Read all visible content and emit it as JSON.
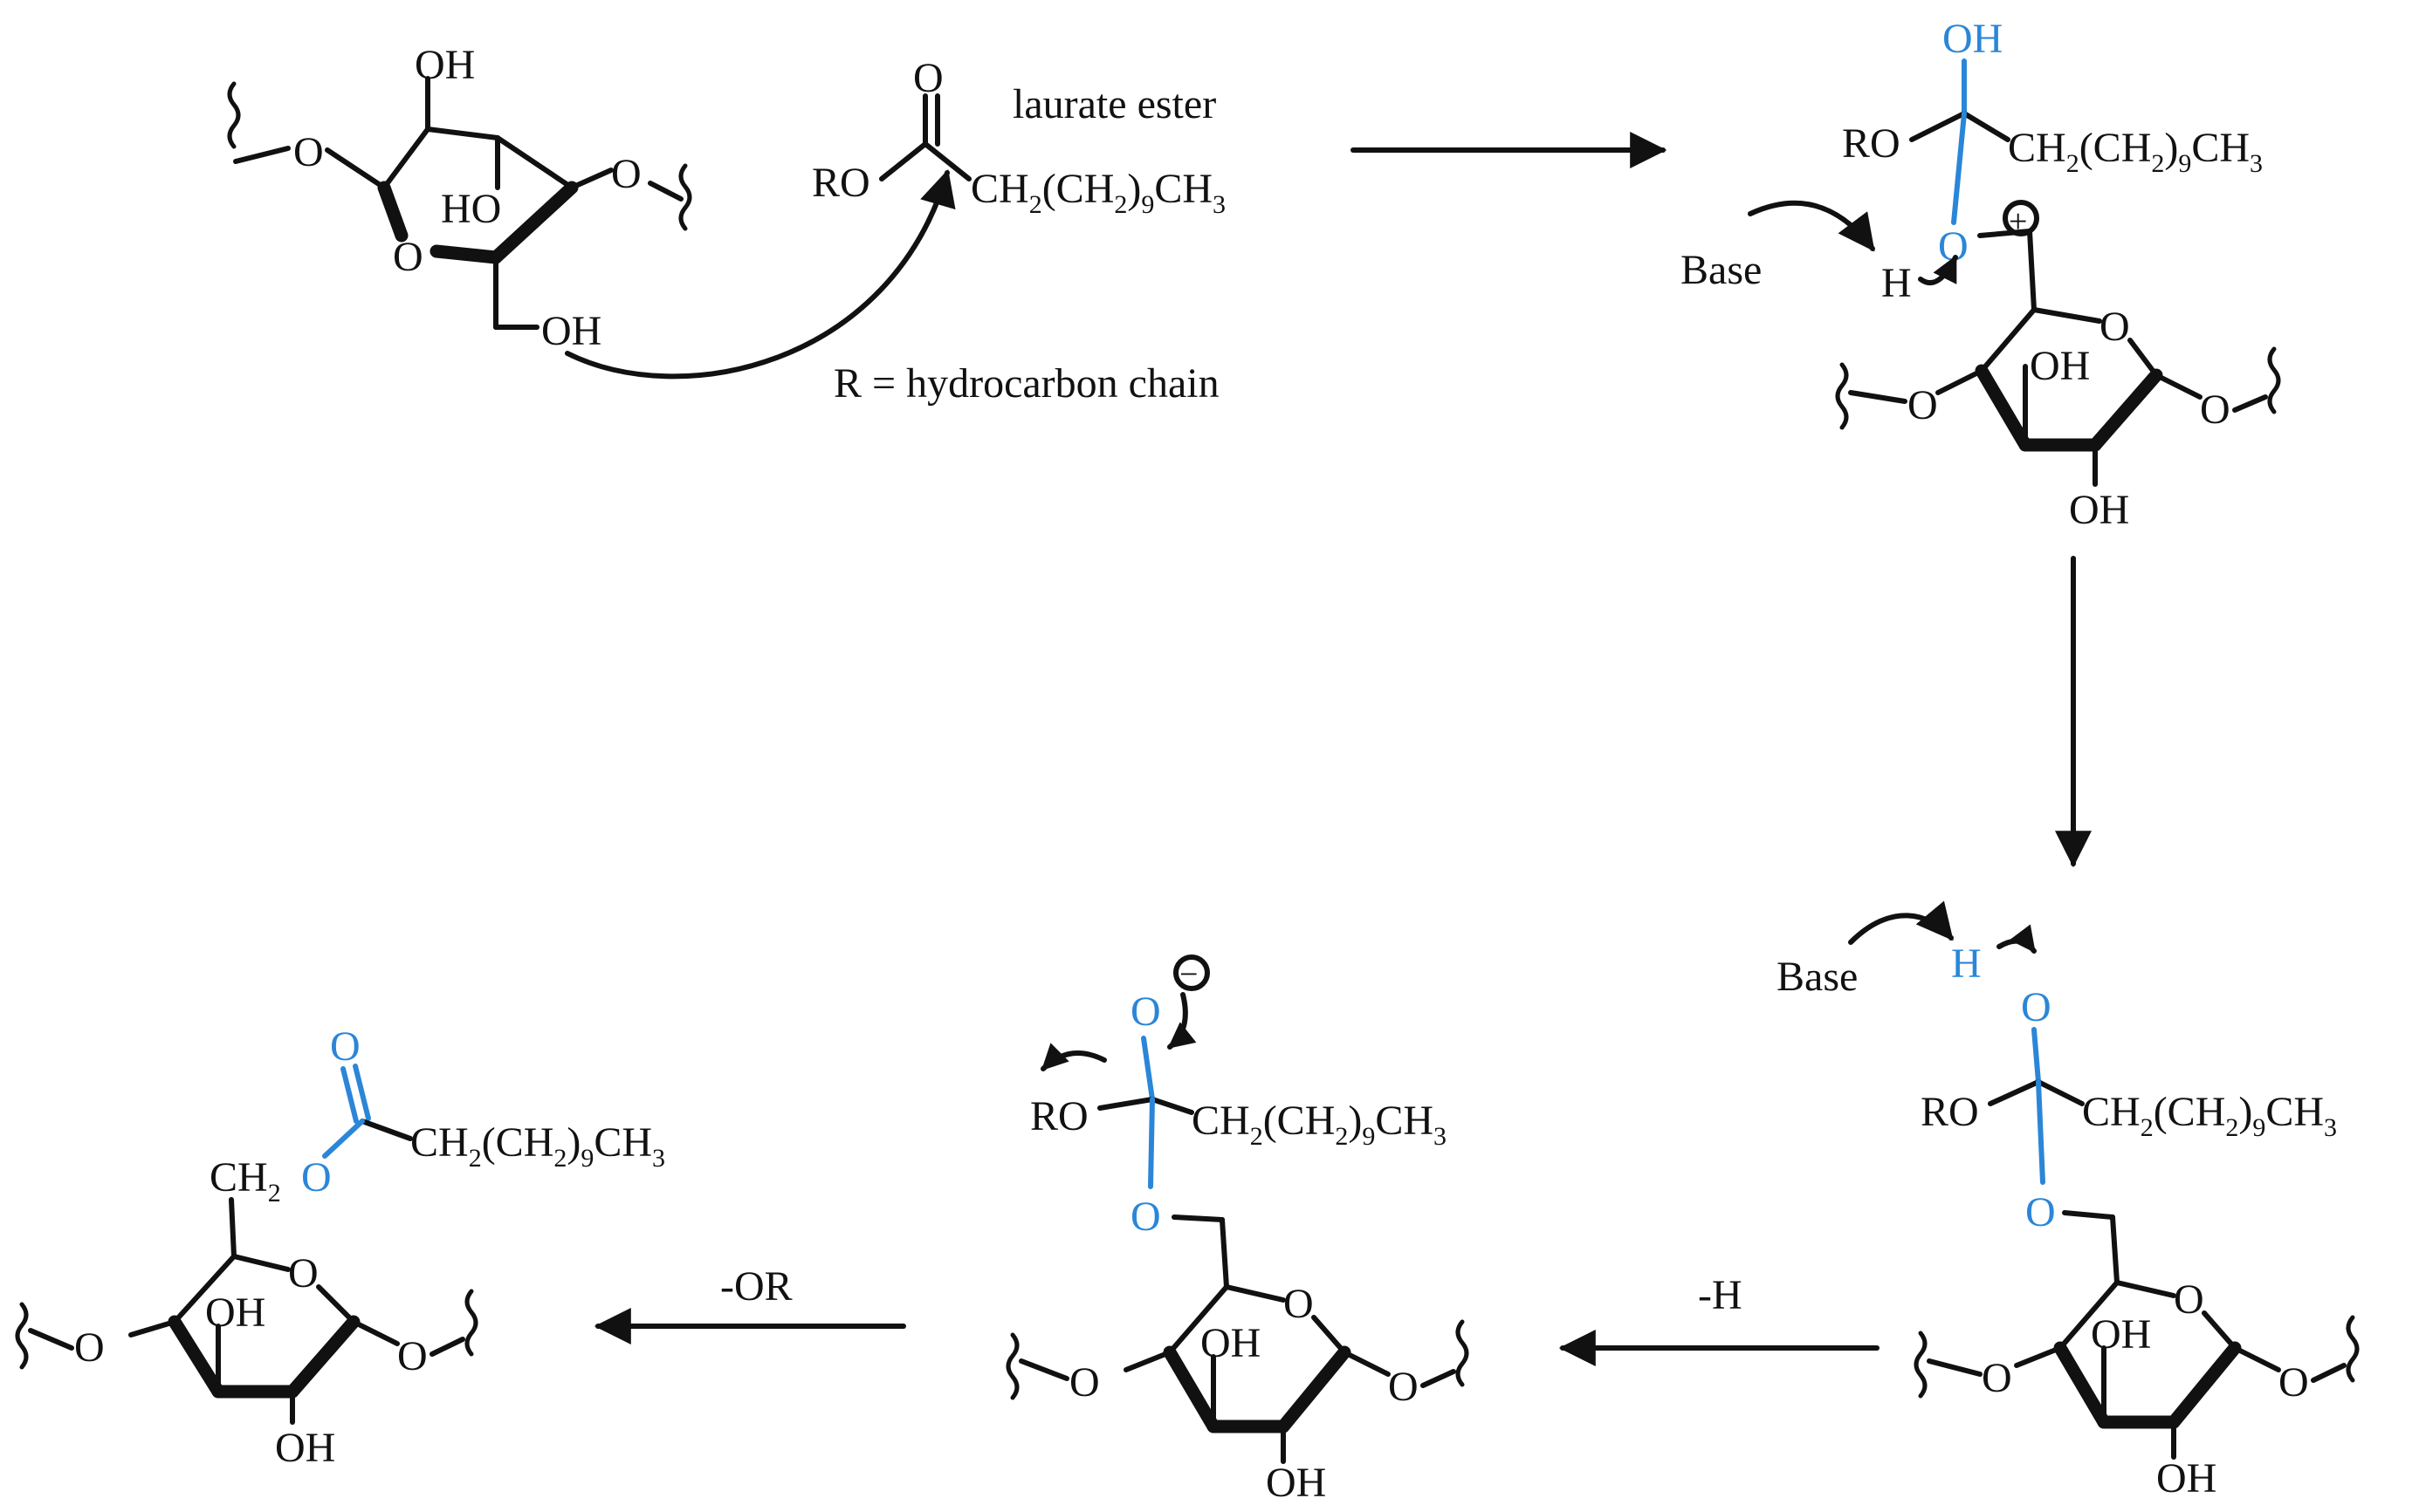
{
  "labels": {
    "laurate_ester": "laurate ester",
    "r_definition": "R = hydrocarbon chain",
    "base_1": "Base",
    "base_2": "Base",
    "minus_h": "-H",
    "minus_or": "-OR"
  },
  "atoms": {
    "oh": "OH",
    "ho": "HO",
    "o": "O",
    "h": "H",
    "ro": "RO",
    "ch2_main": "CH",
    "chain_open": "(CH",
    "chain_close": ")",
    "ch3": "CH",
    "sub_2": "2",
    "sub_9": "9",
    "sub_3": "3",
    "plus": "+",
    "minus": "−"
  },
  "colors": {
    "bond": "#111111",
    "highlight_oxygen": "#2b86d8"
  }
}
